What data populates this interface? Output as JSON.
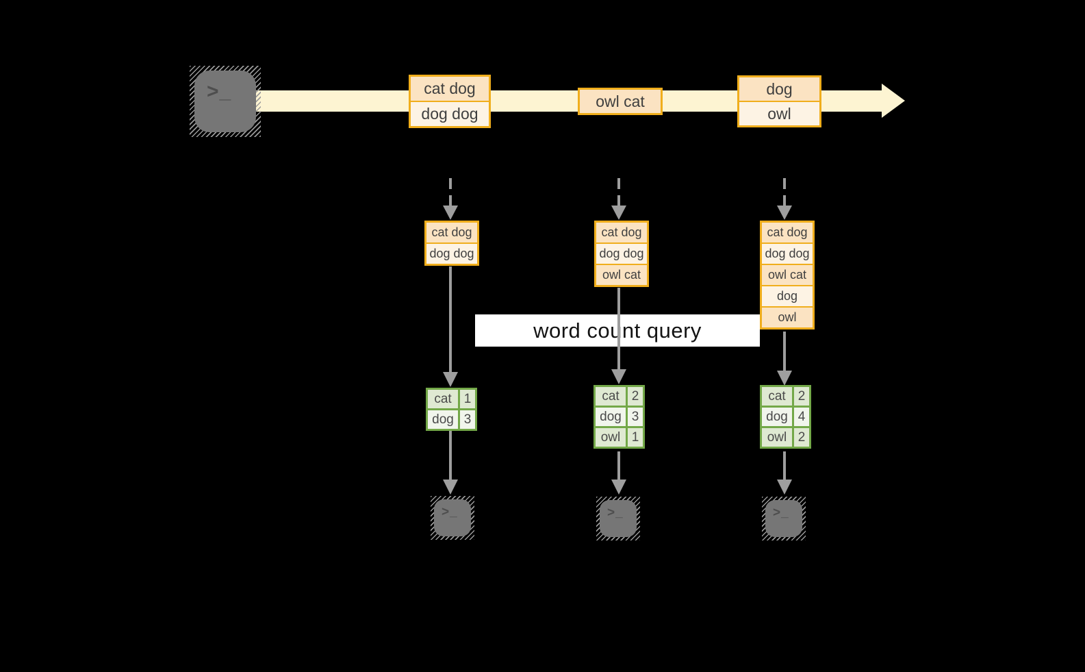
{
  "query_label": "word count query",
  "terminal_prompt": ">_",
  "stream_events": [
    {
      "lines": [
        "cat dog",
        "dog dog"
      ]
    },
    {
      "lines": [
        "owl cat"
      ]
    },
    {
      "lines": [
        "dog",
        "owl"
      ]
    }
  ],
  "snapshots": [
    {
      "buffer": [
        "cat dog",
        "dog dog"
      ],
      "counts": [
        {
          "word": "cat",
          "count": "1"
        },
        {
          "word": "dog",
          "count": "3"
        }
      ]
    },
    {
      "buffer": [
        "cat dog",
        "dog dog",
        "owl cat"
      ],
      "counts": [
        {
          "word": "cat",
          "count": "2"
        },
        {
          "word": "dog",
          "count": "3"
        },
        {
          "word": "owl",
          "count": "1"
        }
      ]
    },
    {
      "buffer": [
        "cat dog",
        "dog dog",
        "owl cat",
        "dog",
        "owl"
      ],
      "counts": [
        {
          "word": "cat",
          "count": "2"
        },
        {
          "word": "dog",
          "count": "4"
        },
        {
          "word": "owl",
          "count": "2"
        }
      ]
    }
  ],
  "colors": {
    "background": "#000000",
    "stream_fill": "#fdf4d2",
    "event_border": "#f0ae1c",
    "event_fill_dark": "#fbe3c2",
    "event_fill_light": "#fdf3e4",
    "table_border": "#73a848",
    "table_fill_dark": "#dfe9d2",
    "table_fill_light": "#f1f5ec",
    "arrow": "#9e9e9e",
    "terminal": "#767676",
    "query_label_bg": "#ffffff",
    "query_label_text": "#141414"
  }
}
